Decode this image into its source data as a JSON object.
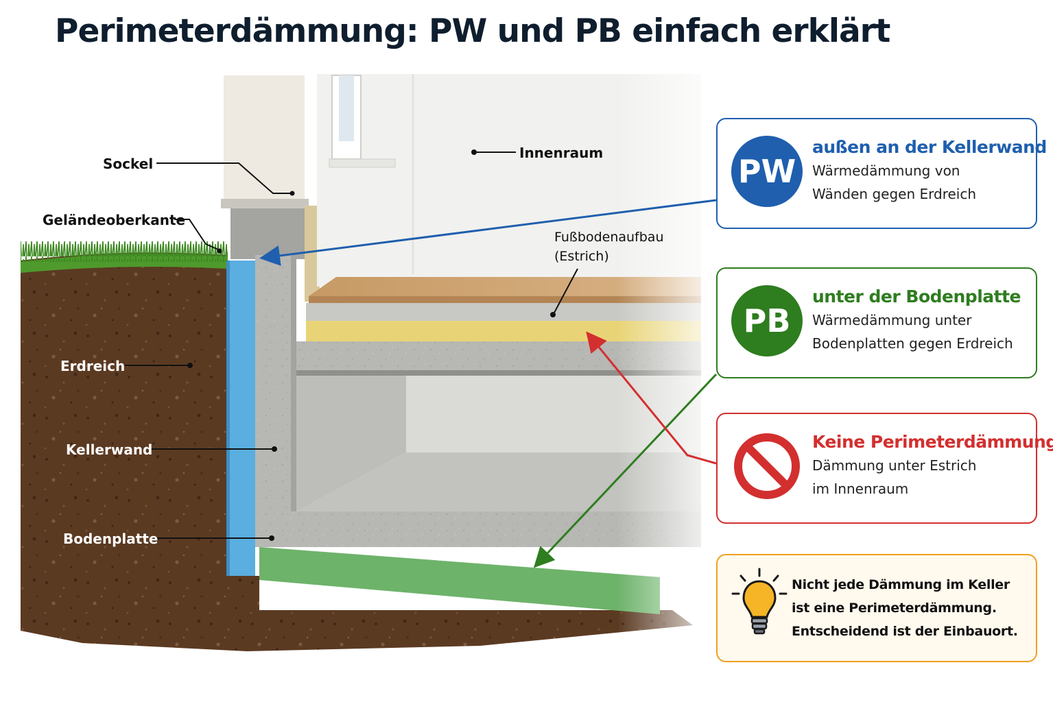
{
  "title": "Perimeterdämmung: PW und PB einfach erklärt",
  "labels": {
    "sockel": "Sockel",
    "gelaendeoberkante": "Geländeoberkante",
    "erdreich": "Erdreich",
    "kellerwand": "Kellerwand",
    "bodenplatte": "Bodenplatte",
    "innenraum": "Innenraum",
    "fussbodenaufbau_1": "Fußbodenaufbau",
    "fussbodenaufbau_2": "(Estrich)"
  },
  "cards": {
    "pw": {
      "badge": "PW",
      "heading": "außen an der Kellerwand",
      "line1": "Wärmedämmung von",
      "line2": "Wänden gegen Erdreich",
      "color": "#1f5fae"
    },
    "pb": {
      "badge": "PB",
      "heading": "unter der Bodenplatte",
      "line1": "Wärmedämmung unter",
      "line2": "Bodenplatten gegen Erdreich",
      "color": "#2e7d1f"
    },
    "none": {
      "heading": "Keine Perimeterdämmung",
      "line1": "Dämmung unter Estrich",
      "line2": "im Innenraum",
      "color": "#d32f2f",
      "icon": "prohibited-icon"
    },
    "tip": {
      "line1": "Nicht jede Dämmung im Keller",
      "line2": "ist eine Perimeterdämmung.",
      "line3": "Entscheidend ist der Einbauort.",
      "color": "#f0a020",
      "icon": "lightbulb-icon"
    }
  },
  "colors": {
    "soil": "#5b3a22",
    "concrete": "#b5b5b1",
    "xps_wall": "#5aaee0",
    "xps_slab": "#6db36a",
    "floor_insulation": "#e8d476",
    "wood_floor": "#c49a67",
    "grass": "#4f9a2c"
  }
}
